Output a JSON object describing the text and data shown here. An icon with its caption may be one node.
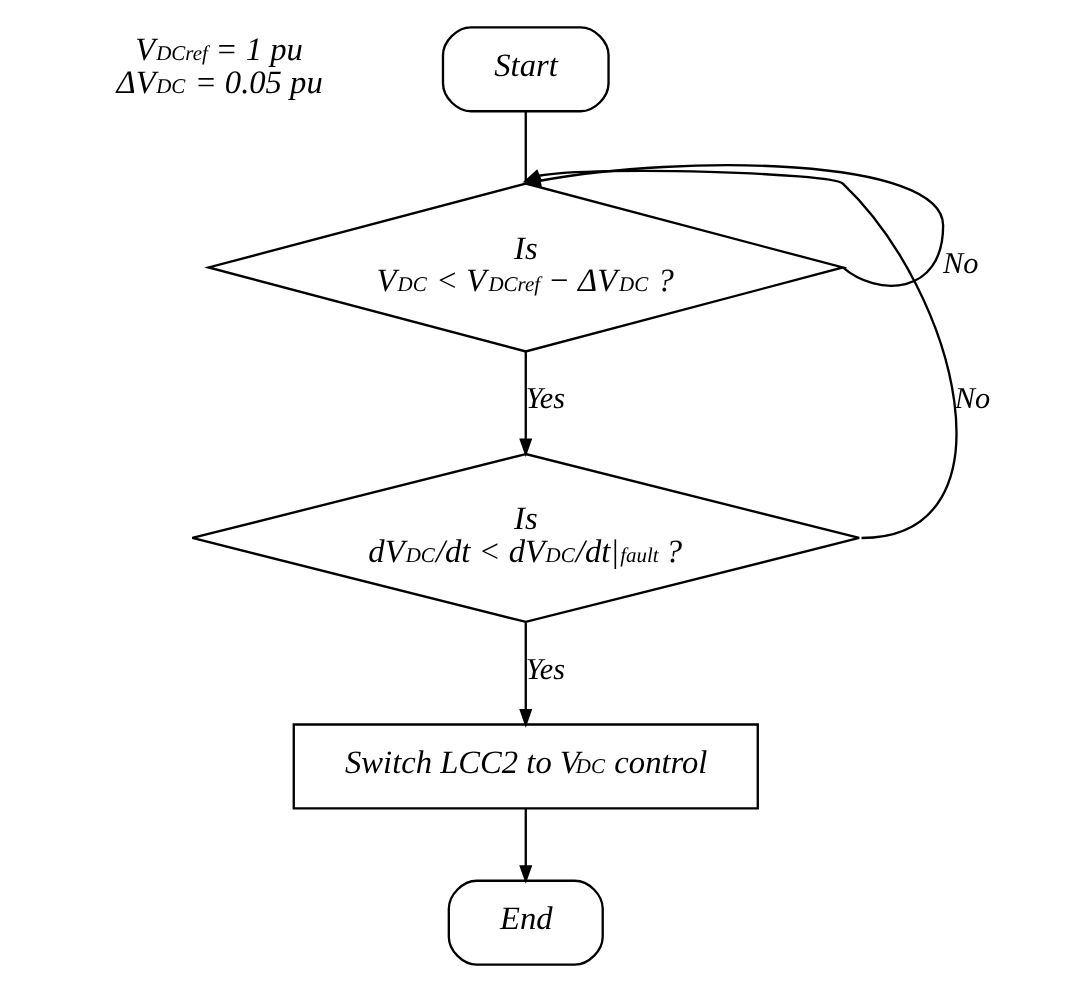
{
  "diagram": {
    "nodes": [
      {
        "text": [
          "Start"
        ]
      },
      {
        "text": [
          "Is",
          "V$_{DC}$ < V$_{DCref}$ − ΔV$_{DC}$ ?"
        ]
      },
      {
        "text": [
          "Is",
          "dV$_{DC}$/dt < dV$_{DC}$/dt|$_{fault}$ ?"
        ]
      },
      {
        "text": [
          "Switch LCC2 to V$_{DC}$ control"
        ]
      },
      {
        "text": [
          "End"
        ]
      }
    ],
    "edges": [
      {
        "from": 0,
        "to": 1,
        "arrow": "none"
      },
      {
        "from": 1,
        "to": 1,
        "label": "No",
        "arrow": "to"
      },
      {
        "from": 1,
        "to": 2,
        "label": "Yes",
        "arrow": "to"
      },
      {
        "from": 2,
        "to": 1,
        "label": "No",
        "arrow": "to"
      },
      {
        "from": 2,
        "to": 3,
        "label": "Yes",
        "arrow": "to"
      },
      {
        "from": 3,
        "to": 4,
        "arrow": "to"
      }
    ],
    "labels": [
      "V$_{DCref}$ = 1 pu",
      "ΔV$_{DC}$ = 0.05 pu"
    ]
  }
}
